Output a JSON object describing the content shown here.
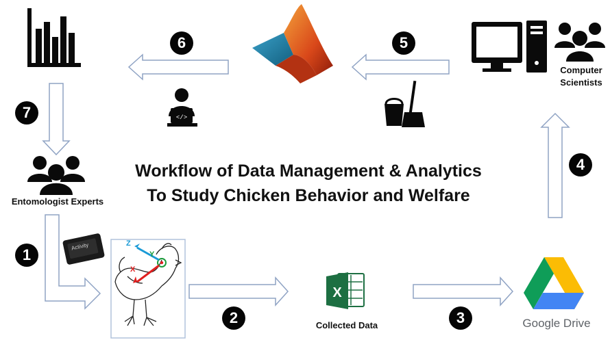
{
  "title": {
    "line1": "Workflow of Data Management & Analytics",
    "line2": "To Study Chicken Behavior and Welfare"
  },
  "labels": {
    "computer_scientists_line1": "Computer",
    "computer_scientists_line2": "Scientists",
    "entomologist_experts": "Entomologist Experts",
    "collected_data": "Collected Data",
    "google_drive": "Google Drive",
    "axis_x": "X",
    "axis_y": "Y",
    "axis_z": "Z",
    "device_text": "Activity"
  },
  "steps": [
    "1",
    "2",
    "3",
    "4",
    "5",
    "6",
    "7"
  ],
  "colors": {
    "arrow_stroke": "#8fa3c4",
    "icon_black": "#0a0a0a",
    "excel_green": "#1d6f42",
    "drive_green": "#0f9d58",
    "drive_blue": "#4285f4",
    "drive_yellow": "#fbbc04",
    "matlab_orange": "#e86a1e",
    "axis_x_red": "#e02020",
    "axis_y_green": "#1a9a3a",
    "axis_z_blue": "#1a9ad6"
  }
}
